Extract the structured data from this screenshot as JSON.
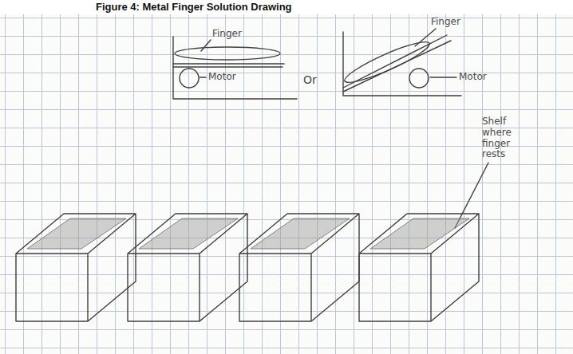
{
  "diagram": {
    "title": "Figure 4: Metal Finger Solution Drawing",
    "labels": [
      "Finger",
      "Motor",
      "Or",
      "Finger",
      "Motor",
      "Shelf where finger rests"
    ]
  }
}
